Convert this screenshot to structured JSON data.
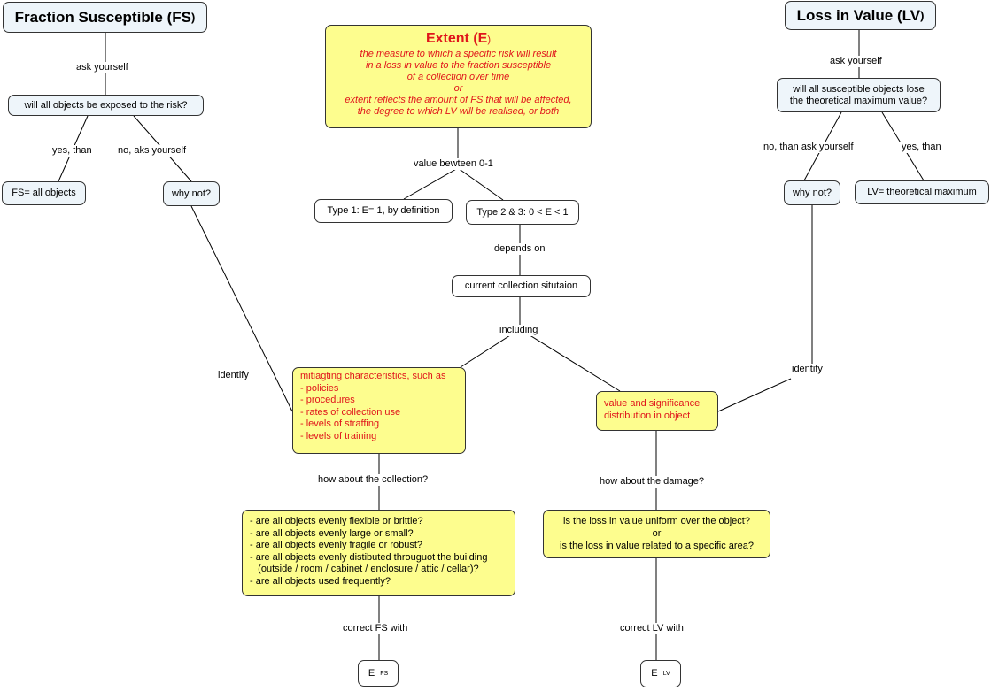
{
  "fs": {
    "title": "Fraction Susceptible (FS",
    "title_close": ")",
    "link_ask": "ask yourself",
    "question": "will all objects be exposed to the risk?",
    "link_yes": "yes, than",
    "link_no": "no, aks yourself",
    "all_objects": "FS= all objects",
    "why_not": "why not?",
    "link_identify": "identify"
  },
  "extent": {
    "title": "Extent (E",
    "title_close": ")",
    "definition": [
      "the measure to which a specific risk will result",
      "in a loss in value to the fraction susceptible",
      "of a collection over time",
      "or",
      "extent reflects the amount of FS that will be affected,",
      "the degree to which LV will be realised, or both"
    ],
    "link_value": "value bewteen 0-1",
    "type1": "Type 1: E= 1, by definition",
    "type23": "Type 2 & 3: 0 < E < 1",
    "link_depends": "depends on",
    "current": "current collection situtaion",
    "link_including": "including"
  },
  "mitigating": {
    "heading": "mitiagting characteristics, such as",
    "items": [
      "- policies",
      "- procedures",
      "- rates of collection use",
      "- levels of straffing",
      "- levels of training"
    ],
    "link_collection": "how about the collection?",
    "questions": [
      "- are all objects evenly flexible or brittle?",
      "- are all objects evenly large or small?",
      "- are all objects evenly fragile or robust?",
      "- are all objects evenly distibuted througuot the building",
      "   (outside / room / cabinet / enclosure / attic / cellar)?",
      "- are all objects used frequently?"
    ],
    "link_correct": "correct FS with",
    "result": "E",
    "result_sub": "FS"
  },
  "value_dist": {
    "text": [
      "value and significance",
      "distribution in object"
    ],
    "link_damage": "how about the damage?",
    "questions": [
      "is the loss in value uniform over the object?",
      "or",
      "is the loss in value related to a specific area?"
    ],
    "link_correct": "correct LV with",
    "result": "E",
    "result_sub": "LV"
  },
  "lv": {
    "title": "Loss in Value (LV",
    "title_close": ")",
    "link_ask": "ask yourself",
    "question": [
      "will all susceptible objects lose",
      "the theoretical maximum value?"
    ],
    "link_no": "no, than ask yourself",
    "link_yes": "yes, than",
    "why_not": "why not?",
    "theoretical": "LV= theoretical maximum",
    "link_identify": "identify"
  },
  "colors": {
    "box_blue": "#eef5fa",
    "box_yellow": "#fdfd8e",
    "text_red": "#e0151b"
  }
}
